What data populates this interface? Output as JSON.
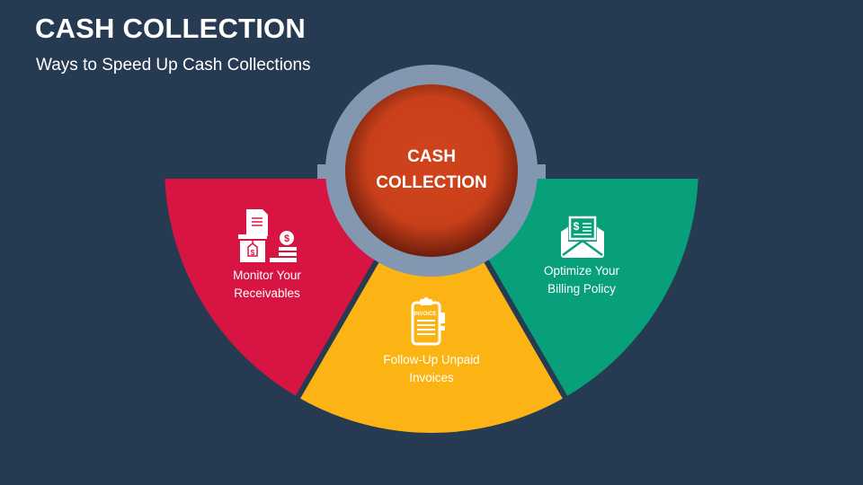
{
  "header": {
    "title": "CASH COLLECTION",
    "subtitle": "Ways to Speed Up Cash Collections"
  },
  "center": {
    "line1": "CASH",
    "line2": "COLLECTION"
  },
  "segments": [
    {
      "line1": "Monitor Your",
      "line2": "Receivables",
      "icon": "receivables-icon",
      "color": "#d81542"
    },
    {
      "line1": "Follow-Up Unpaid",
      "line2": "Invoices",
      "icon": "invoice-clipboard-icon",
      "icon_text": "INVOICE",
      "color": "#fbb414"
    },
    {
      "line1": "Optimize Your",
      "line2": "Billing Policy",
      "icon": "billing-envelope-icon",
      "color": "#07a07a"
    }
  ],
  "colors": {
    "background": "#263a52",
    "ring": "#8497b0",
    "center": "#c8401a"
  }
}
